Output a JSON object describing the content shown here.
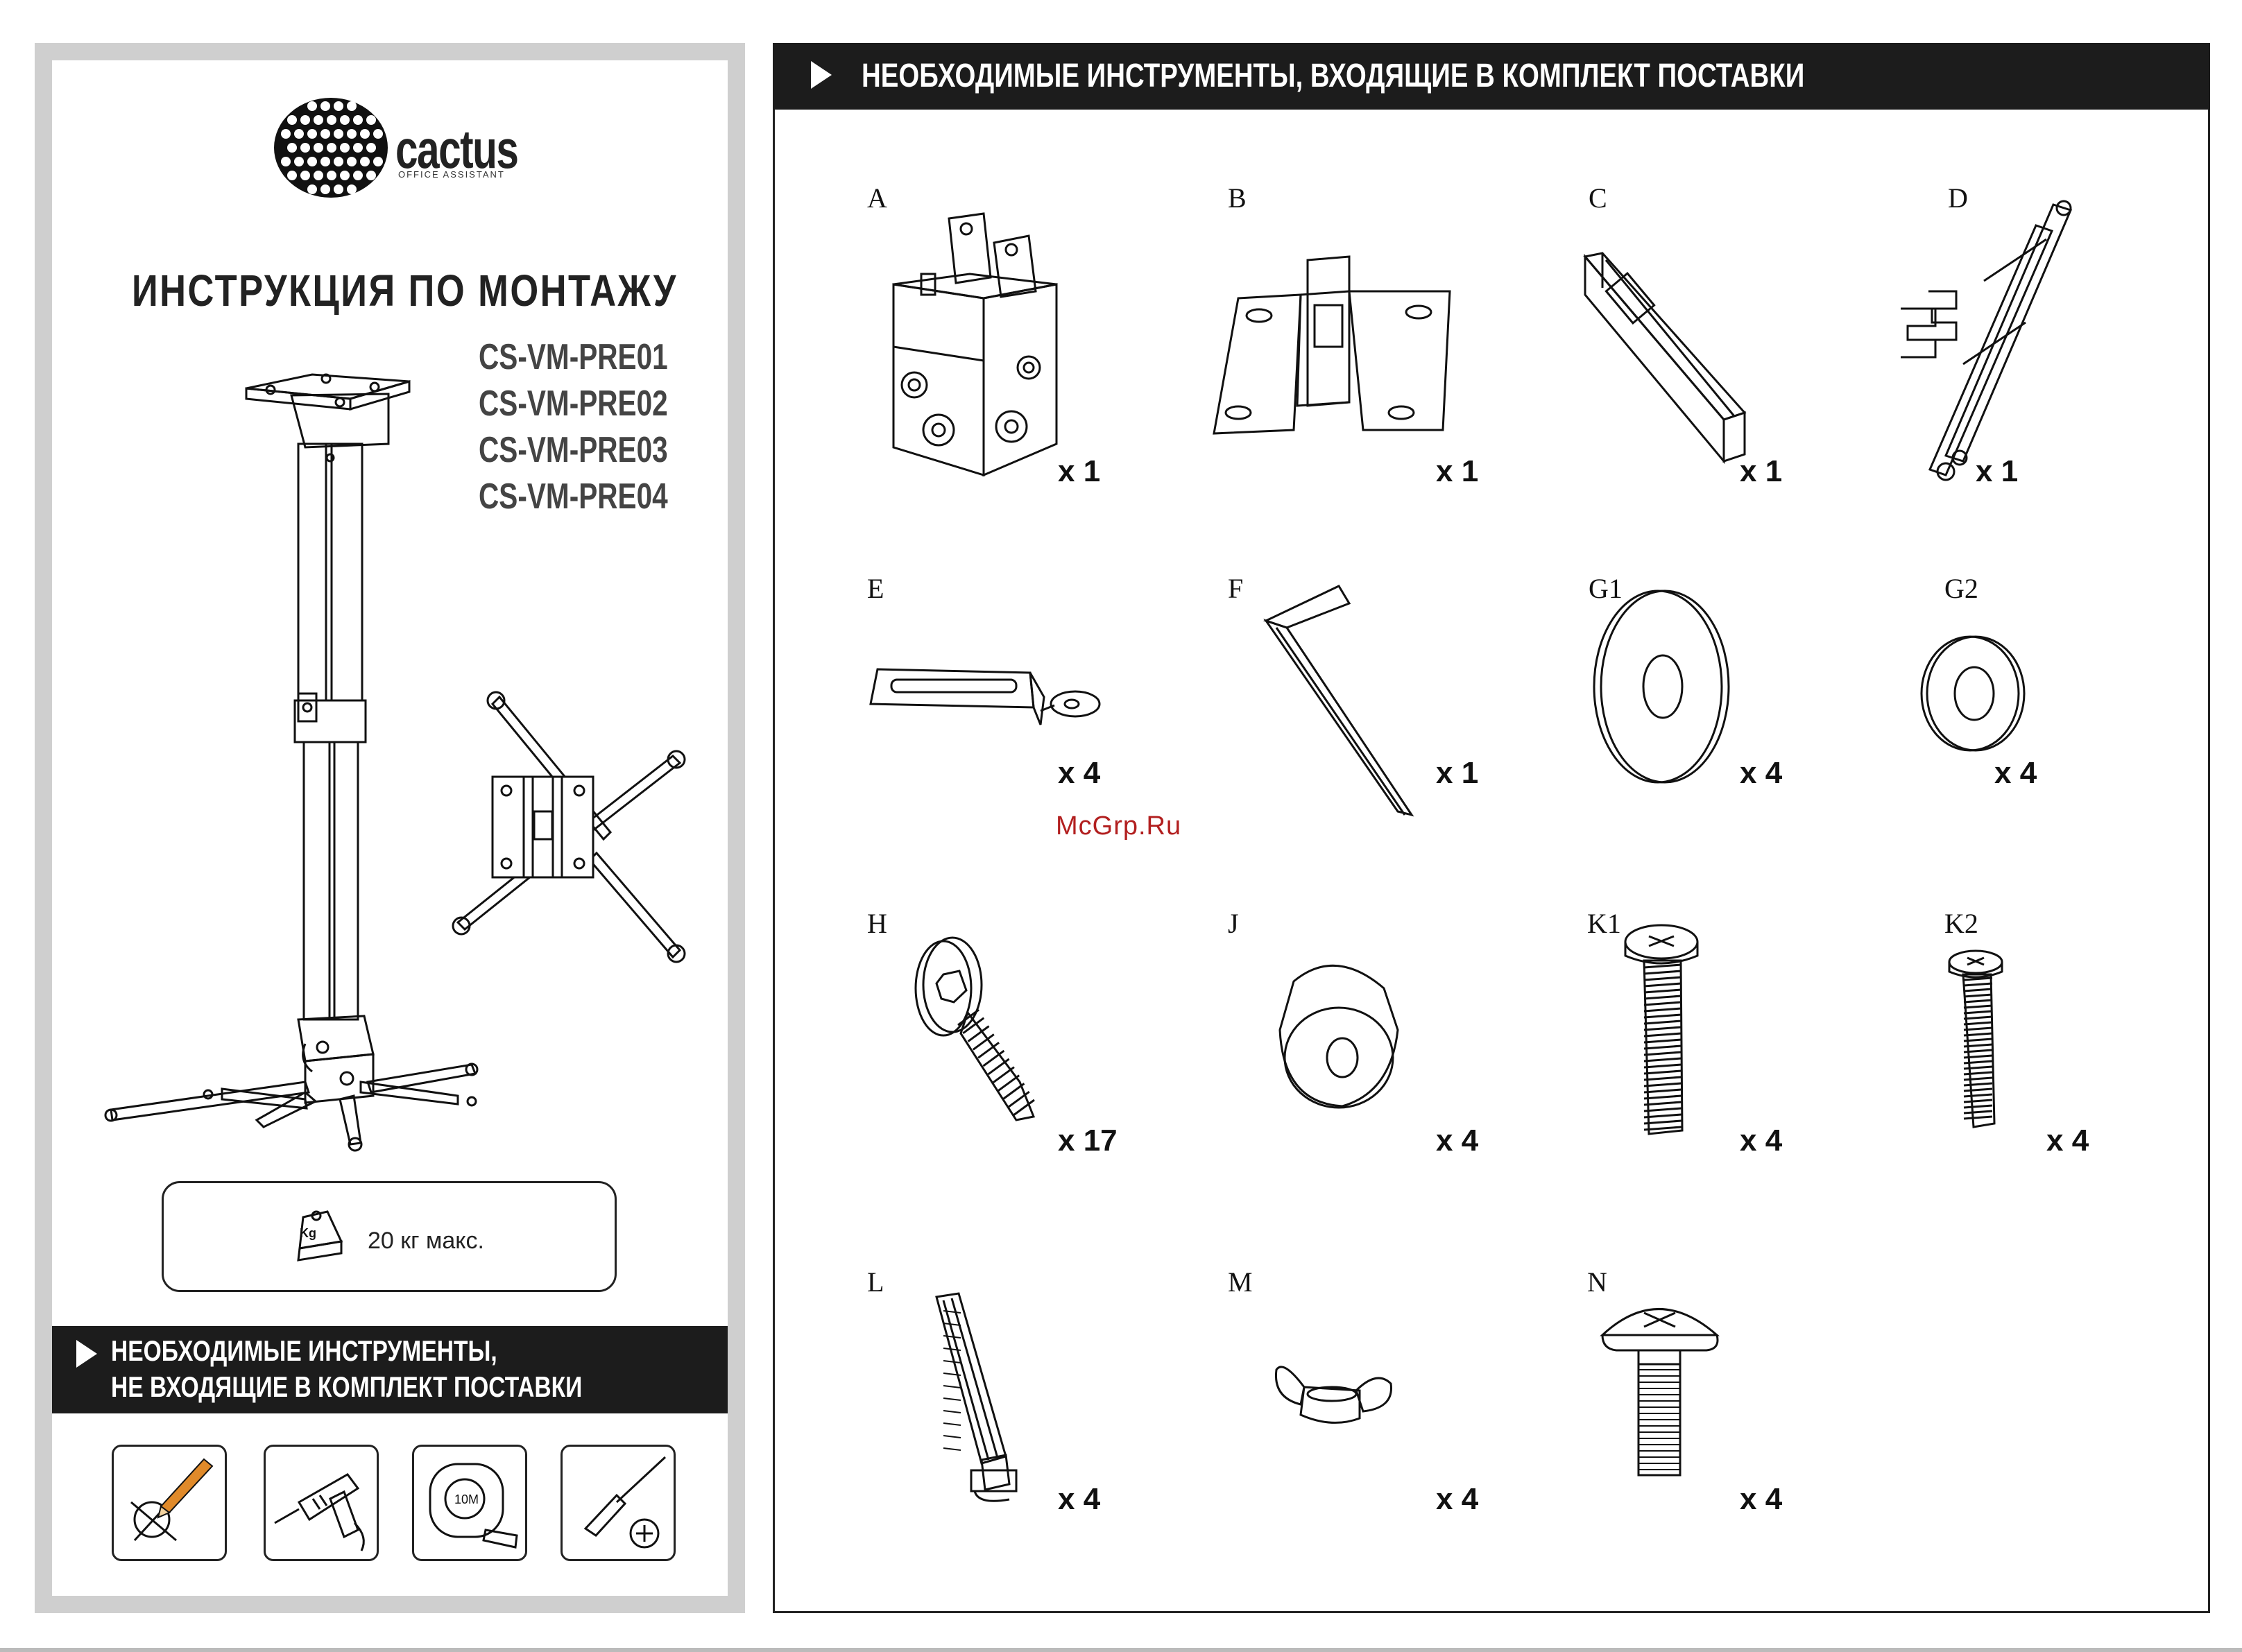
{
  "brand": {
    "name": "cactus",
    "tagline": "OFFICE ASSISTANT"
  },
  "document": {
    "title": "ИНСТРУКЦИЯ ПО МОНТАЖУ",
    "models": [
      "CS-VM-PRE01",
      "CS-VM-PRE02",
      "CS-VM-PRE03",
      "CS-VM-PRE04"
    ],
    "max_load": "20 кг макс.",
    "max_load_icon_label": "Kg"
  },
  "tools_not_included": {
    "heading_line1": "НЕОБХОДИМЫЕ ИНСТРУМЕНТЫ,",
    "heading_line2": "НЕ ВХОДЯЩИЕ В КОМПЛЕКТ ПОСТАВКИ",
    "tools": [
      "pencil-icon",
      "drill-icon",
      "tape-measure-icon",
      "screwdriver-icon"
    ],
    "tape_label": "10M"
  },
  "parts_included": {
    "heading": "НЕОБХОДИМЫЕ ИНСТРУМЕНТЫ,   ВХОДЯЩИЕ В КОМПЛЕКТ ПОСТАВКИ",
    "items": [
      {
        "letter": "A",
        "qty": "x 1"
      },
      {
        "letter": "B",
        "qty": "x 1"
      },
      {
        "letter": "C",
        "qty": "x 1"
      },
      {
        "letter": "D",
        "qty": "x 1"
      },
      {
        "letter": "E",
        "qty": "x 4"
      },
      {
        "letter": "F",
        "qty": "x 1"
      },
      {
        "letter": "G1",
        "qty": "x 4"
      },
      {
        "letter": "G2",
        "qty": "x 4"
      },
      {
        "letter": "H",
        "qty": "x 17"
      },
      {
        "letter": "J",
        "qty": "x 4"
      },
      {
        "letter": "K1",
        "qty": "x 4"
      },
      {
        "letter": "K2",
        "qty": "x 4"
      },
      {
        "letter": "L",
        "qty": "x 4"
      },
      {
        "letter": "M",
        "qty": "x 4"
      },
      {
        "letter": "N",
        "qty": "x 4"
      }
    ]
  },
  "watermark": "McGrp.Ru",
  "colors": {
    "bar": "#1c1c1c",
    "frame": "#cfcfcf",
    "accent_pencil": "#e08a2a",
    "watermark": "#b21f1f"
  }
}
